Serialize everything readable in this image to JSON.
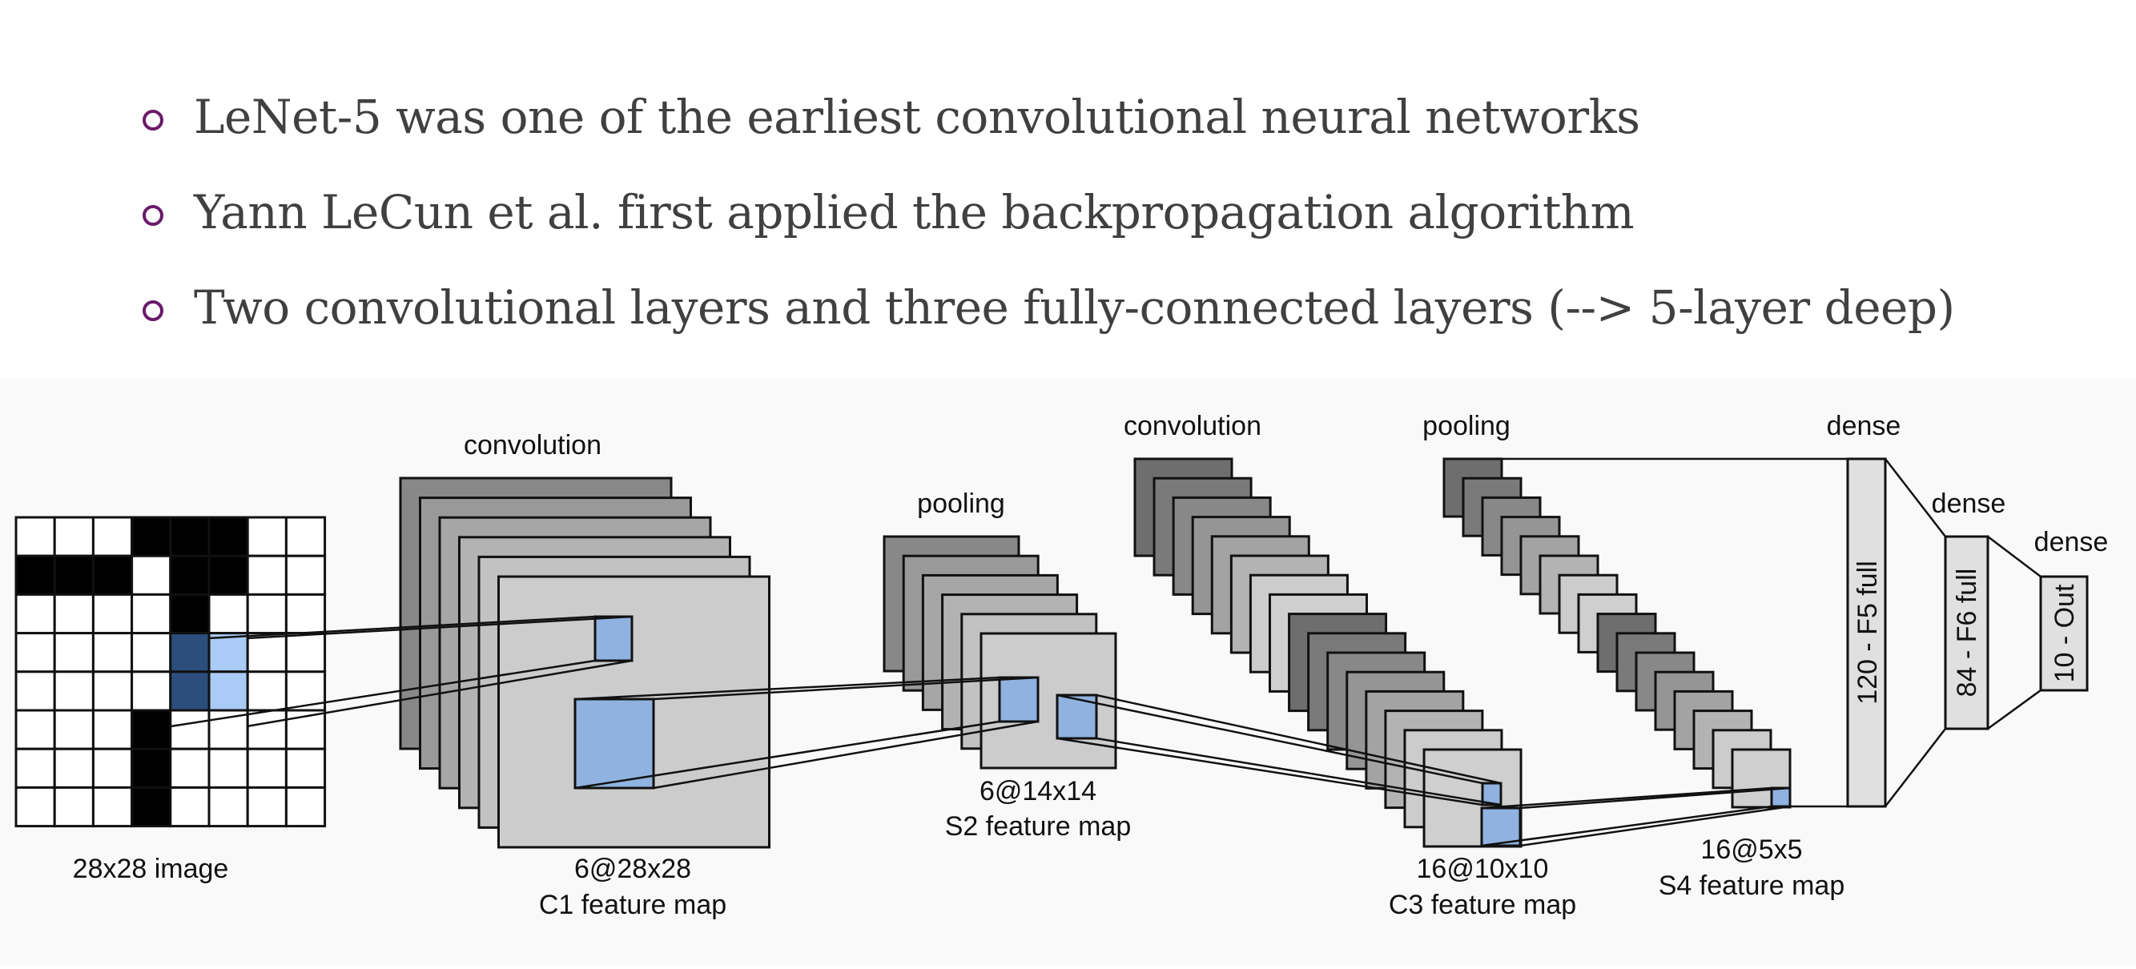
{
  "bullets": [
    {
      "icon": "hollow-circle-bullet",
      "text": "LeNet-5 was one of the earliest convolutional neural networks"
    },
    {
      "icon": "hollow-circle-bullet",
      "text": "Yann LeCun et al. first applied the backpropagation algorithm"
    },
    {
      "icon": "hollow-circle-bullet",
      "text": "Two convolutional layers and three fully-connected layers (--> 5-layer deep)"
    }
  ],
  "colors": {
    "bullet": "#6b1a6b",
    "text": "#404040",
    "highlight": "#8fb2e0",
    "patch_dark": "#2c4e7c",
    "patch_light": "#a9cbf5",
    "dense_fill": "#e0e0e0"
  },
  "diagram": {
    "input": {
      "caption": "28x28 image",
      "grid_rows": 8,
      "grid_cols": 8,
      "black_cells": [
        [
          0,
          3
        ],
        [
          0,
          4
        ],
        [
          0,
          5
        ],
        [
          1,
          0
        ],
        [
          1,
          1
        ],
        [
          1,
          2
        ],
        [
          1,
          4
        ],
        [
          1,
          5
        ],
        [
          2,
          4
        ],
        [
          5,
          3
        ],
        [
          6,
          3
        ],
        [
          7,
          3
        ]
      ],
      "patch_dark_cells": [
        [
          3,
          4
        ],
        [
          4,
          4
        ]
      ],
      "patch_light_cells": [
        [
          3,
          5
        ],
        [
          4,
          5
        ]
      ]
    },
    "layers": [
      {
        "id": "c1",
        "op_label": "convolution",
        "size_label": "6@28x28",
        "name_label": "C1 feature map",
        "maps": 6
      },
      {
        "id": "s2",
        "op_label": "pooling",
        "size_label": "6@14x14",
        "name_label": "S2 feature map",
        "maps": 6
      },
      {
        "id": "c3",
        "op_label": "convolution",
        "size_label": "16@10x10",
        "name_label": "C3 feature map",
        "maps": 16
      },
      {
        "id": "s4",
        "op_label": "pooling",
        "size_label": "16@5x5",
        "name_label": "S4 feature map",
        "maps": 16
      }
    ],
    "dense": [
      {
        "id": "f5",
        "op_label": "dense",
        "label": "120 - F5 full",
        "units": 120
      },
      {
        "id": "f6",
        "op_label": "dense",
        "label": "84 - F6 full",
        "units": 84
      },
      {
        "id": "out",
        "op_label": "dense",
        "label": "10 - Out",
        "units": 10
      }
    ]
  }
}
